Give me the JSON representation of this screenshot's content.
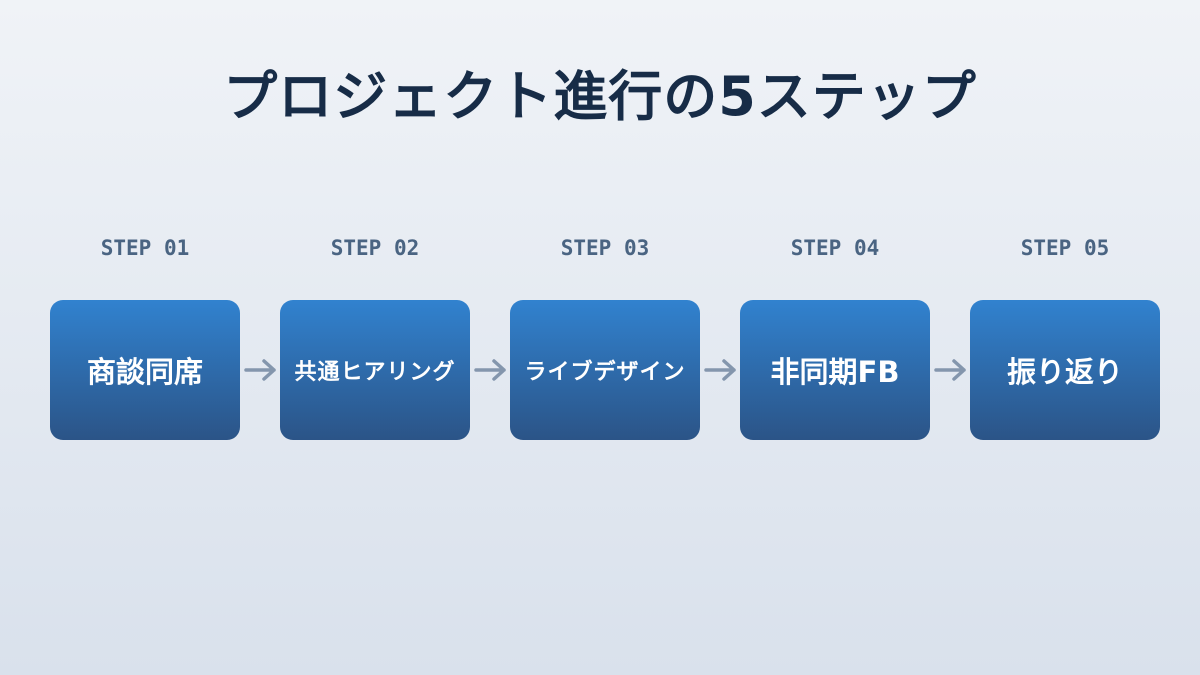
{
  "title": "プロジェクト進行の5ステップ",
  "steps": [
    {
      "label": "STEP 01",
      "name": "商談同席"
    },
    {
      "label": "STEP 02",
      "name": "共通ヒアリング"
    },
    {
      "label": "STEP 03",
      "name": "ライブデザイン"
    },
    {
      "label": "STEP 04",
      "name": "非同期FB"
    },
    {
      "label": "STEP 05",
      "name": "振り返り"
    }
  ],
  "colors": {
    "title": "#172c47",
    "label": "#4a6482",
    "box_top": "#3182cf",
    "box_bottom": "#2b5487",
    "arrow": "#8496ad",
    "bg_top": "#f0f3f7",
    "bg_bottom": "#d9e1ec"
  },
  "icons": {
    "connector": "arrow-right-icon"
  }
}
